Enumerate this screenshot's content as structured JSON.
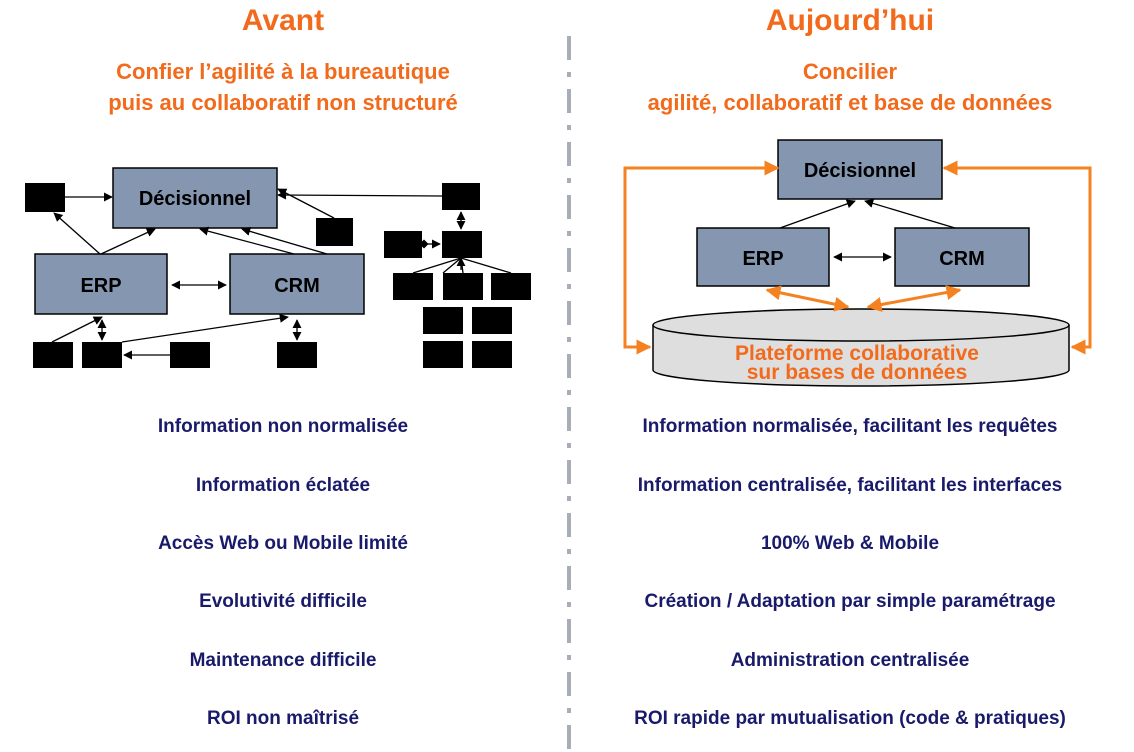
{
  "left": {
    "title": "Avant",
    "subtitle_line1": "Confier l’agilité à la bureautique",
    "subtitle_line2": "puis au collaboratif non structuré",
    "diagram": {
      "decisionnel": "Décisionnel",
      "erp": "ERP",
      "crm": "CRM"
    },
    "items": [
      "Information non normalisée",
      "Information éclatée",
      "Accès Web ou Mobile limité",
      "Evolutivité difficile",
      "Maintenance difficile",
      "ROI non maîtrisé"
    ]
  },
  "right": {
    "title": "Aujourd’hui",
    "subtitle_line1": "Concilier",
    "subtitle_line2": "agilité, collaboratif et base de données",
    "diagram": {
      "decisionnel": "Décisionnel",
      "erp": "ERP",
      "crm": "CRM",
      "platform_line1": "Plateforme collaborative",
      "platform_line2": "sur bases de données"
    },
    "items": [
      "Information normalisée, facilitant les requêtes",
      "Information centralisée, facilitant les interfaces",
      "100% Web & Mobile",
      "Création / Adaptation par simple paramétrage",
      "Administration centralisée",
      "ROI rapide par mutualisation (code & pratiques)"
    ]
  },
  "colors": {
    "accent": "#f26a1b",
    "text_dark": "#1a1a6b",
    "box_fill": "#8496b0",
    "connector_orange": "#f58220",
    "divider": "#a8aeb8"
  }
}
